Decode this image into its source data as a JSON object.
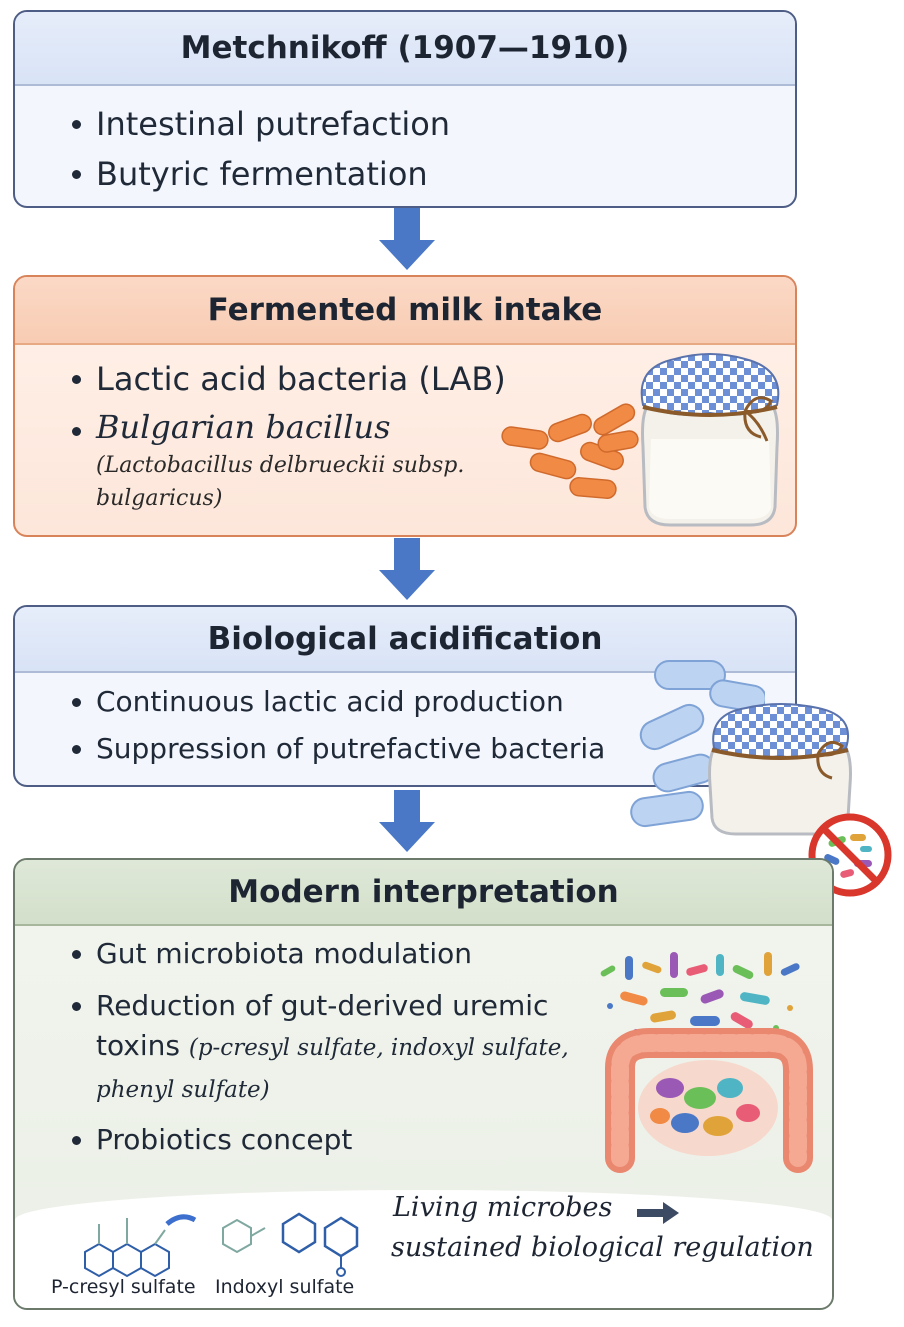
{
  "stages": [
    {
      "title": "Metchnikoff (1907—1910)",
      "bullets": [
        "Intestinal putrefaction",
        "Butyric fermentation"
      ]
    },
    {
      "title": "Fermented milk intake",
      "bullets": [
        "Lactic acid bacteria (LAB)",
        "Bulgarian bacillus"
      ],
      "subnote": "(Lactobacillus delbrueckii subsp. bulgaricus)"
    },
    {
      "title": "Biological acidification",
      "bullets": [
        "Continuous lactic acid production",
        "Suppression of putrefactive bacteria"
      ]
    },
    {
      "title": "Modern interpretation",
      "bullets": [
        "Gut microbiota modulation",
        "Reduction of gut-derived uremic toxins",
        "Probiotics concept"
      ],
      "toxins_note": "(p-cresyl sulfate, indoxyl sulfate, phenyl sulfate)"
    }
  ],
  "footer": {
    "chem_labels": [
      "P-cresyl sulfate",
      "Indoxyl sulfate"
    ],
    "motto_line1": "Living microbes",
    "motto_line2": "sustained biological regulation"
  },
  "colors": {
    "arrow": "#4a78c6",
    "box_blue_border": "#4d5d85",
    "box_orange_border": "#d9835a",
    "box_green_border": "#6b7a6a",
    "bacteria_orange": "#f08a45"
  },
  "icons": [
    "down-arrow-icon",
    "yogurt-jar-icon",
    "lab-bacteria-icon",
    "no-bad-bacteria-icon",
    "gut-microbiota-icon",
    "chemical-structure-icon",
    "right-arrow-icon"
  ]
}
